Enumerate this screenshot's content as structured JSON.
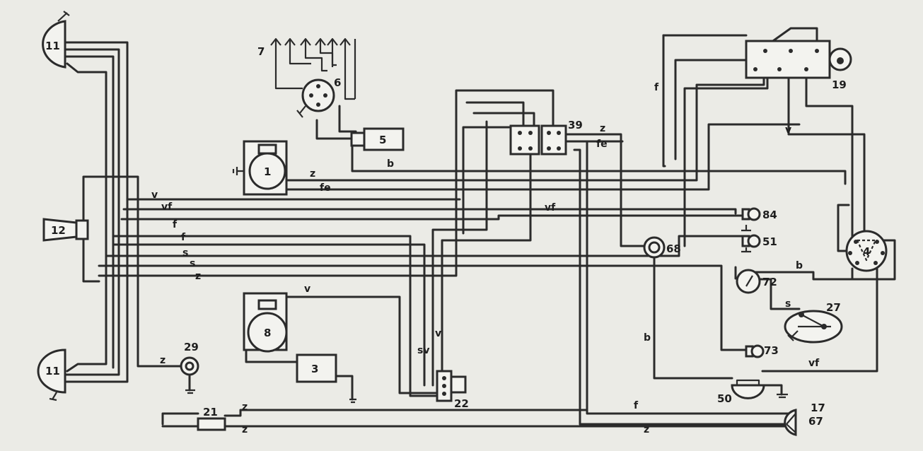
{
  "components": {
    "headlamp_top": "11",
    "headlamp_bottom": "11",
    "horn_side": "12",
    "generator": "1",
    "distributor": "6",
    "spark_plugs": "7",
    "ignition_coil": "5",
    "junction_box": "39",
    "ignition_switch": "19",
    "socket": "4",
    "warning_lamp_84": "84",
    "warning_lamp_51": "51",
    "lamp_68": "68",
    "gauge": "72",
    "fuel_sender": "27",
    "lamp_73": "73",
    "tail_lamp": "50",
    "starter": "8",
    "regulator": "3",
    "pressure_switch": "29",
    "connector": "21",
    "brake_switch": "22",
    "rear_lamp_a": "17",
    "rear_lamp_b": "67"
  },
  "wire_labels": {
    "v": "v",
    "vf": "vf",
    "f": "f",
    "s": "s",
    "z": "z",
    "b": "b",
    "fe": "fe",
    "sv": "sv"
  }
}
